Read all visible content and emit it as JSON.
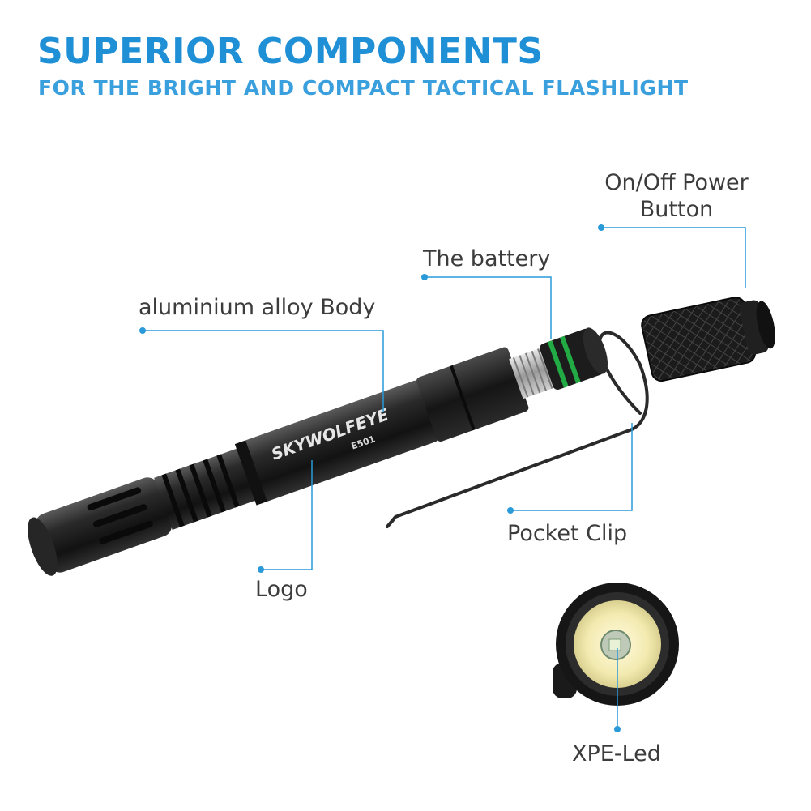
{
  "header": {
    "title": "SUPERIOR COMPONENTS",
    "subtitle": "FOR THE BRIGHT AND COMPACT TACTICAL FLASHLIGHT"
  },
  "product": {
    "brand_logo": "SKYWOLFEYE",
    "model": "E501"
  },
  "callouts": {
    "power_button_line1": "On/Off Power",
    "power_button_line2": "Button",
    "battery": "The battery",
    "body": "aluminium alloy Body",
    "pocket_clip": "Pocket Clip",
    "logo": "Logo",
    "led": "XPE-Led"
  },
  "colors": {
    "title": "#1f8fd6",
    "subtitle": "#3a9fdd",
    "callout_line": "#2a9ad8",
    "label_text": "#3c3c3c",
    "flashlight_body": "#202020",
    "battery_stripe": "#22aa44"
  }
}
